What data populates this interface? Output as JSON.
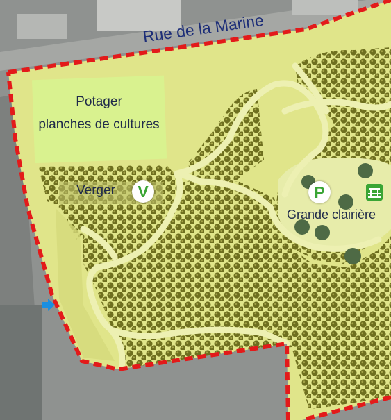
{
  "map": {
    "street_label": "Rue de la Marine",
    "zones": {
      "potager_line1": "Potager",
      "potager_line2": "planches de cultures",
      "verger_label": "Verger",
      "clairiere_label": "Grande  clairière"
    },
    "markers": {
      "verger_badge": "V",
      "parking_badge": "P"
    },
    "icons": {
      "picnic": "picnic-table-icon",
      "entrance": "entrance-arrow-icon"
    },
    "colors": {
      "park_fill": "#e0e58a",
      "woodland": "#6e6f1f",
      "path": "#edf0b2",
      "boundary": "#e31a1a",
      "badge_green": "#3aa535",
      "entrance_blue": "#1a8fe0"
    }
  }
}
